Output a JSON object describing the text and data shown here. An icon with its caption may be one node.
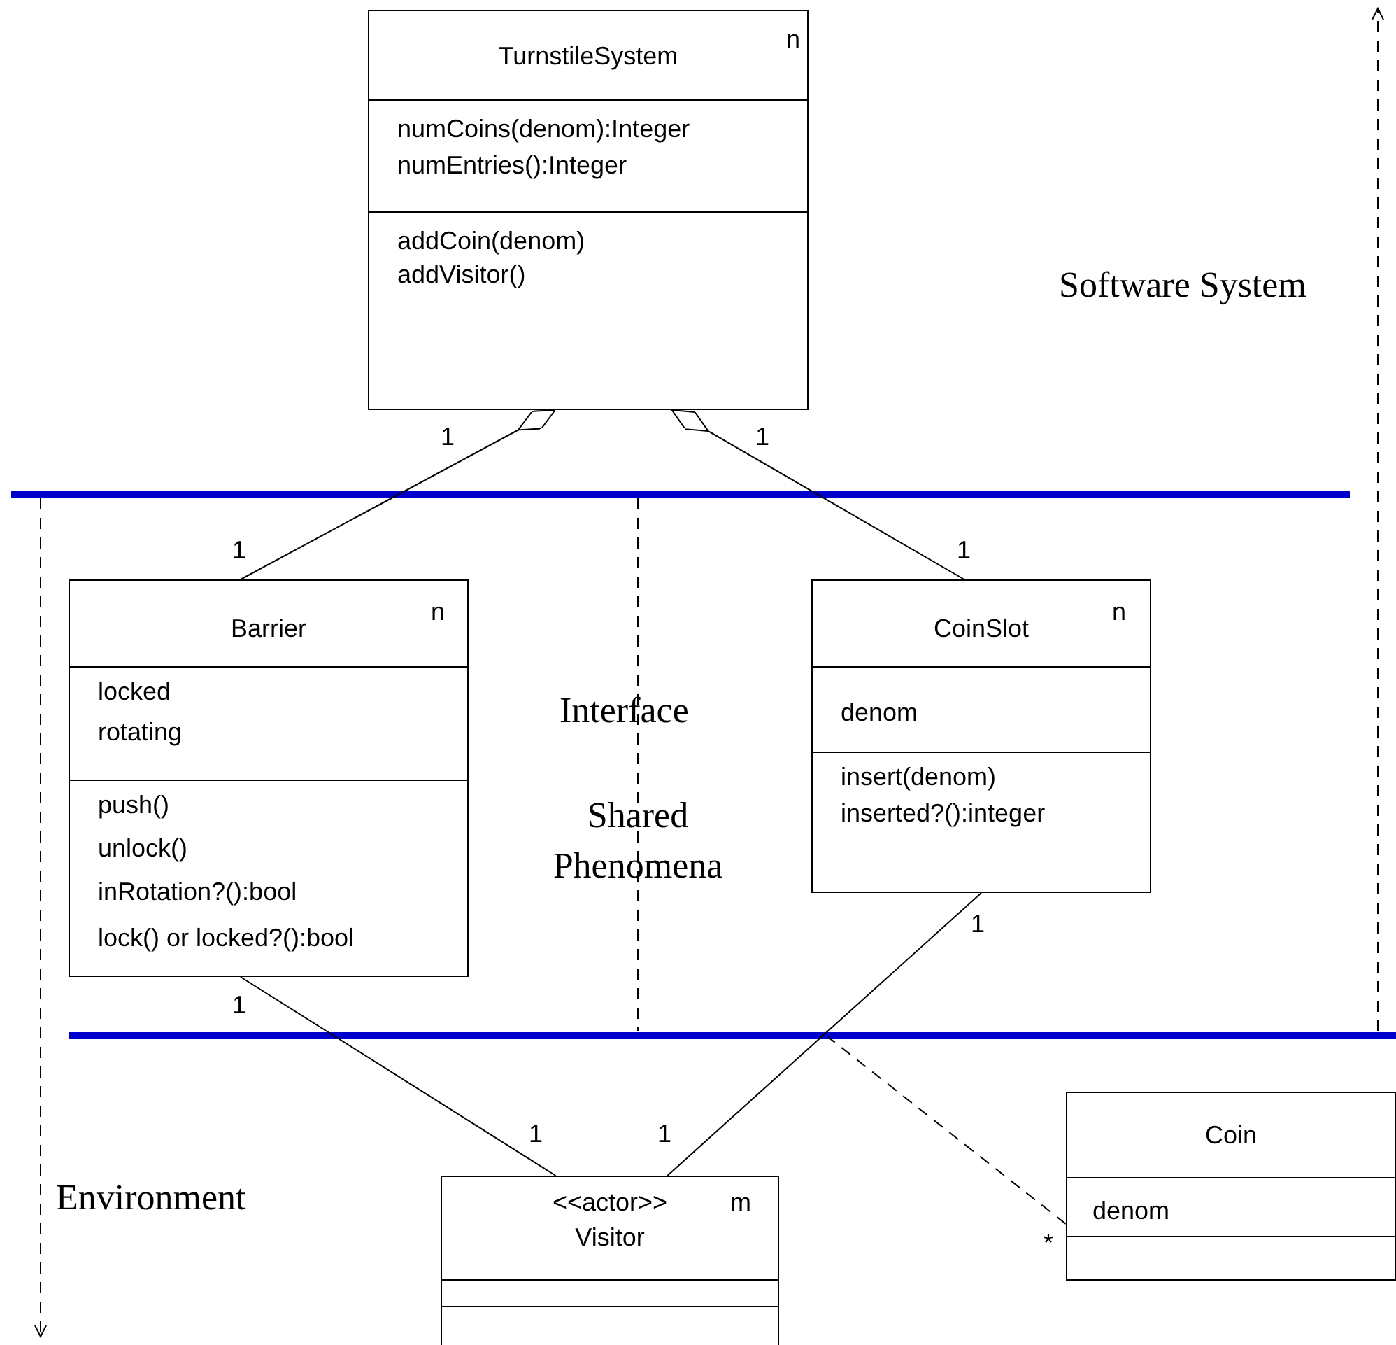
{
  "diagram": {
    "nodes": [
      {
        "text": [
          "TurnstileSystem",
          "n",
          "numCoins(denom):Integer",
          "numEntries():Integer",
          "addCoin(denom)",
          "addVisitor()"
        ]
      },
      {
        "text": [
          "Barrier",
          "n",
          "locked",
          "rotating",
          "push()",
          "unlock()",
          "inRotation?():bool",
          "lock() or locked?():bool"
        ]
      },
      {
        "text": [
          "CoinSlot",
          "n",
          "denom",
          "insert(denom)",
          "inserted?():integer"
        ]
      },
      {
        "text": [
          "<<actor>>",
          "Visitor",
          "m"
        ]
      },
      {
        "text": [
          "Coin",
          "denom"
        ]
      }
    ],
    "edges": [
      {
        "from": 0,
        "to": 1,
        "arrow": "other"
      },
      {
        "from": 0,
        "to": 2,
        "arrow": "other"
      },
      {
        "from": 1,
        "to": 3,
        "arrow": "none"
      },
      {
        "from": 2,
        "to": 3,
        "arrow": "none"
      },
      {
        "from": 4,
        "to": null,
        "arrow": "none",
        "style": "dashed"
      }
    ],
    "labels": [
      "1",
      "1",
      "Software System",
      "1",
      "1",
      "Interface",
      "Shared Phenomena",
      "1",
      "1",
      "1",
      "1",
      "Environment",
      "*"
    ]
  }
}
